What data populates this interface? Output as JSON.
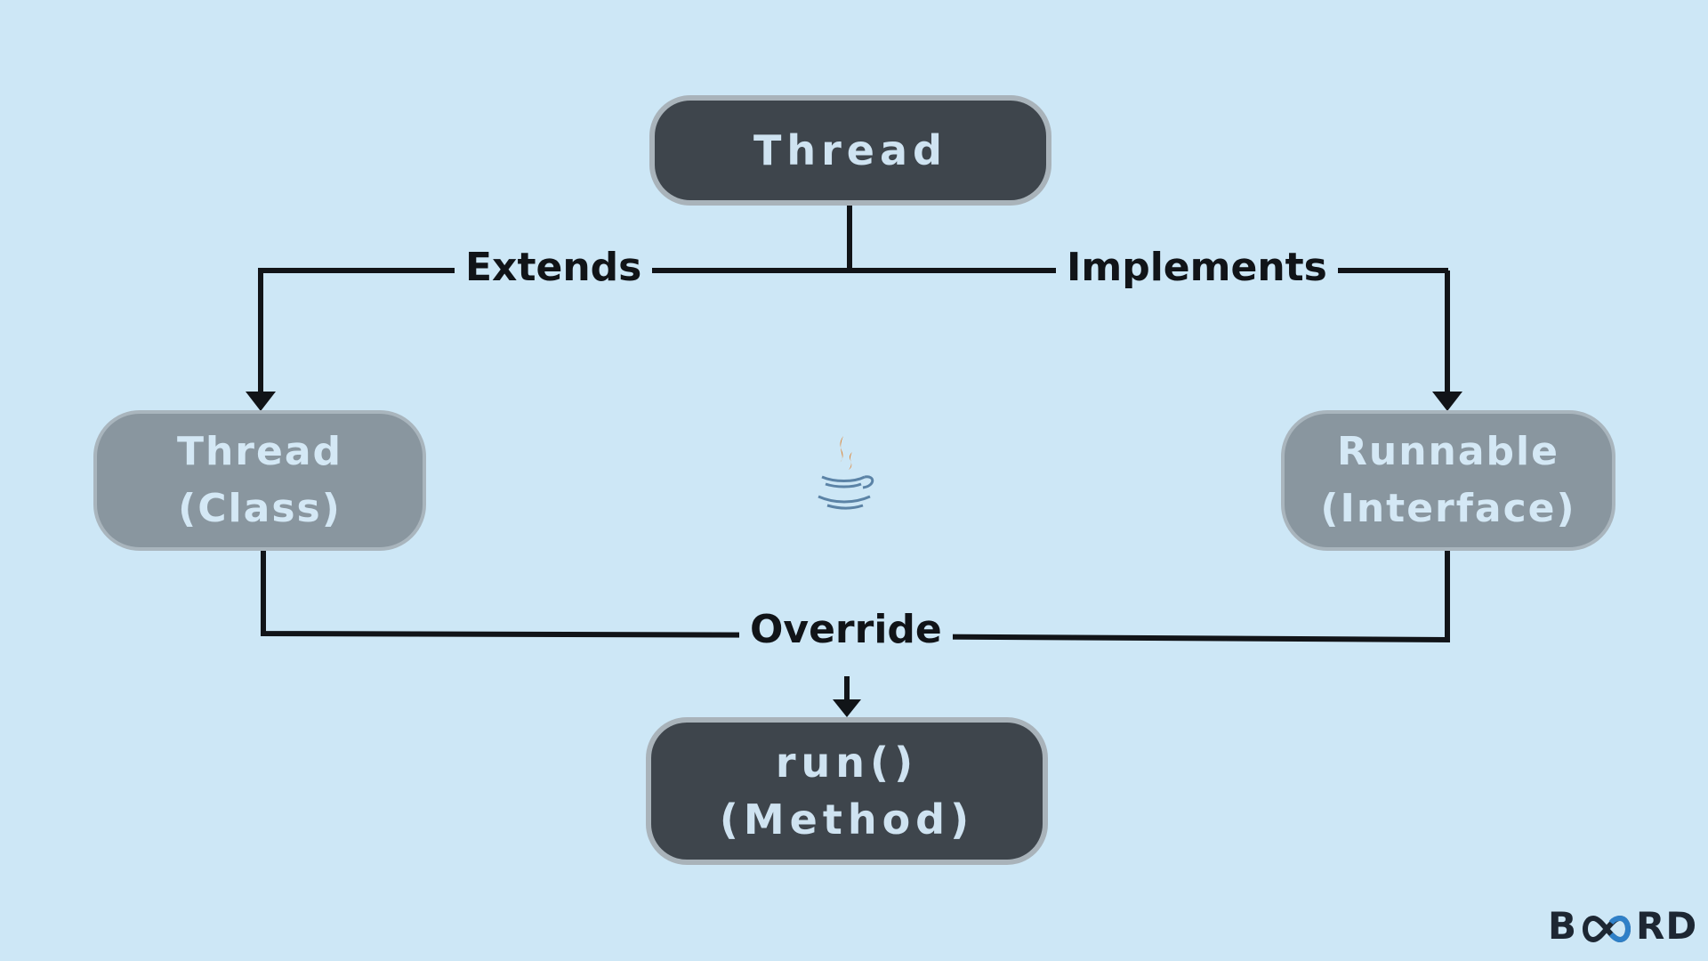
{
  "diagram": {
    "nodes": {
      "thread_top": {
        "lines": [
          "Thread"
        ]
      },
      "thread_class": {
        "lines": [
          "Thread",
          "(Class)"
        ]
      },
      "runnable_interface": {
        "lines": [
          "Runnable",
          "(Interface)"
        ]
      },
      "run_method": {
        "lines": [
          "run()",
          "(Method)"
        ]
      }
    },
    "edges": {
      "extends": "Extends",
      "implements": "Implements",
      "override": "Override"
    },
    "center_icon": "java-coffee-cup-icon"
  },
  "brand": {
    "logo_text": "BOARD",
    "prefix": "B",
    "suffix": "RD",
    "loop_icon": "infinity-loop-icon"
  },
  "colors": {
    "background": "#cde7f6",
    "dark_node": "#3e454c",
    "grey_node": "#89969f",
    "connector": "#111418",
    "accent_orange": "#e07a1f",
    "accent_blue": "#5b83a6"
  }
}
